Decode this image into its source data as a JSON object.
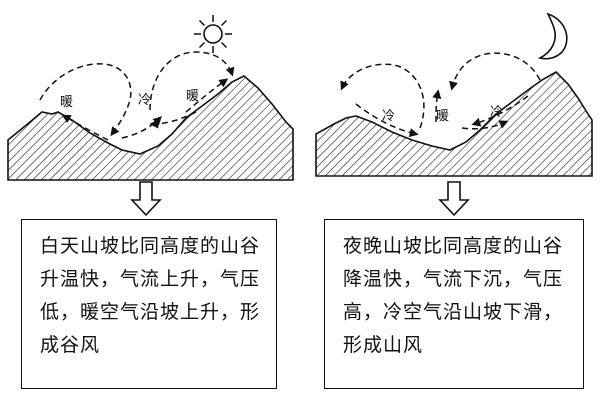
{
  "day_panel": {
    "labels": [
      "暖",
      "冷",
      "暖"
    ],
    "description": "白天山坡比同高度的山谷升温快，气流上升，气压低，暖空气沿坡上升，形成谷风"
  },
  "night_panel": {
    "labels": [
      "冷",
      "暖",
      "冷"
    ],
    "description": "夜晚山坡比同高度的山谷降温快，气流下沉，气压高，冷空气沿山坡下滑，形成山风"
  }
}
